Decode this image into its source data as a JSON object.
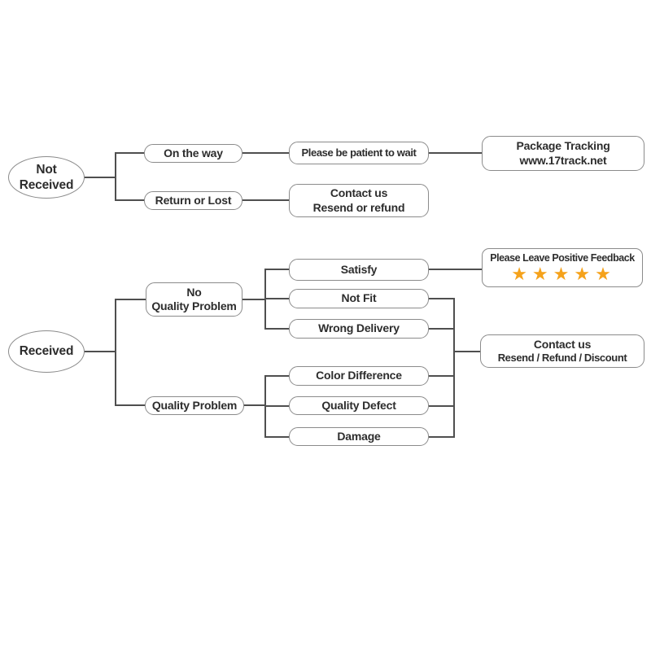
{
  "diagram": {
    "sections": {
      "not_received": {
        "root": {
          "line1": "Not",
          "line2": "Received"
        },
        "branches": {
          "on_the_way": "On the way",
          "return_or_lost": "Return or Lost"
        },
        "outcomes": {
          "please_wait": "Please be patient to wait",
          "contact_resend_refund": {
            "line1": "Contact us",
            "line2": "Resend or refund"
          },
          "package_tracking": {
            "line1": "Package Tracking",
            "line2": "www.17track.net"
          }
        }
      },
      "received": {
        "root": {
          "label": "Received"
        },
        "branches": {
          "no_quality_problem": {
            "line1": "No",
            "line2": "Quality Problem"
          },
          "quality_problem": {
            "label": "Quality Problem"
          }
        },
        "reasons": {
          "satisfy": "Satisfy",
          "not_fit": "Not Fit",
          "wrong_delivery": "Wrong Delivery",
          "color_difference": "Color Difference",
          "quality_defect": "Quality Defect",
          "damage": "Damage"
        },
        "outcomes": {
          "positive_feedback": {
            "label": "Please Leave Positive Feedback",
            "stars": "★★★★★",
            "star_count": 5
          },
          "contact_discount": {
            "line1": "Contact us",
            "line2": "Resend / Refund / Discount"
          }
        }
      }
    },
    "colors": {
      "box_border": "#8b8b8b",
      "connector": "#4f4f4f",
      "text": "#2d2d2d",
      "star": "#F5A21B",
      "background": "#ffffff"
    }
  }
}
